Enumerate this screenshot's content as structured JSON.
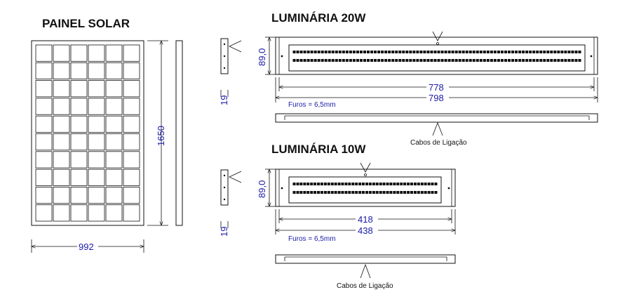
{
  "panel": {
    "title": "PAINEL SOLAR",
    "height_label": "1650",
    "width_label": "992",
    "cell_cols": 6,
    "cell_rows": 10
  },
  "lum20": {
    "title": "LUMINÁRIA 20W",
    "height_label": "89,0",
    "thickness_label": "19",
    "inner_label": "778",
    "outer_label": "798",
    "holes_label": "Furos = 6,5mm",
    "cable_label": "Cabos de Ligação",
    "led_cols": 41,
    "led_rows": 2
  },
  "lum10": {
    "title": "LUMINÁRIA 10W",
    "height_label": "89,0",
    "thickness_label": "19",
    "inner_label": "418",
    "outer_label": "438",
    "holes_label": "Furos = 6,5mm",
    "cable_label": "Cabos de Ligação",
    "led_cols": 21,
    "led_rows": 2
  },
  "colors": {
    "dimension": "#1a1aa6",
    "line": "#111111"
  }
}
